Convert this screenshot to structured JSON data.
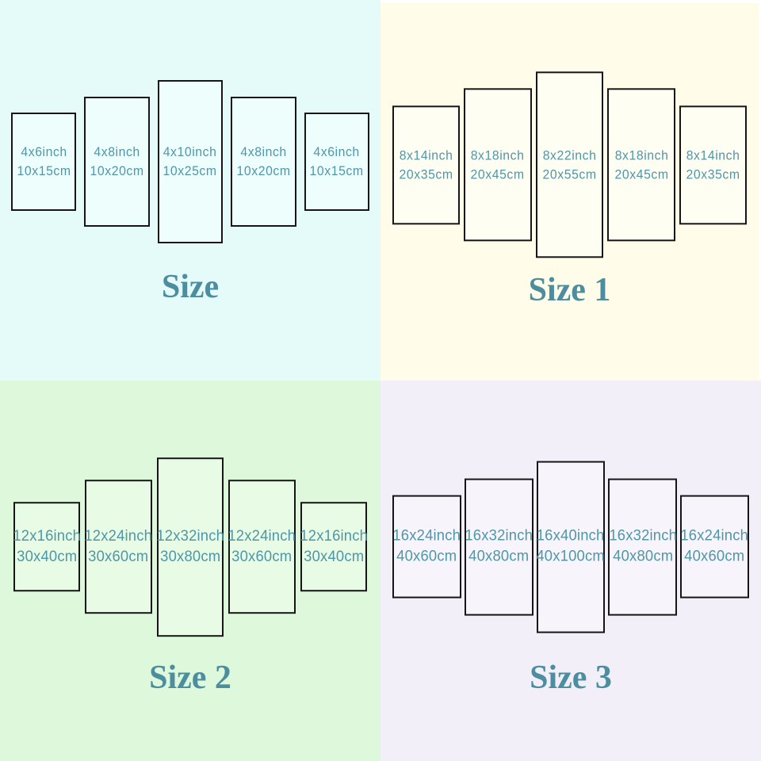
{
  "colors": {
    "label_text": "#4e97a9",
    "title_text": "#4c8ea0",
    "panel_border": "#161616",
    "page_background": "#ffffff"
  },
  "quadrants": [
    {
      "id": "size",
      "title": "Size",
      "bg": "#e5fbfa",
      "panel_bg": "#eefefd",
      "panels": [
        {
          "line1": "4x6inch",
          "line2": "10x15cm"
        },
        {
          "line1": "4x8inch",
          "line2": "10x20cm"
        },
        {
          "line1": "4x10inch",
          "line2": "10x25cm"
        },
        {
          "line1": "4x8inch",
          "line2": "10x20cm"
        },
        {
          "line1": "4x6inch",
          "line2": "10x15cm"
        }
      ]
    },
    {
      "id": "size-1",
      "title": "Size 1",
      "bg": "#fffdea",
      "panel_bg": "#fffef2",
      "panels": [
        {
          "line1": "8x14inch",
          "line2": "20x35cm"
        },
        {
          "line1": "8x18inch",
          "line2": "20x45cm"
        },
        {
          "line1": "8x22inch",
          "line2": "20x55cm"
        },
        {
          "line1": "8x18inch",
          "line2": "20x45cm"
        },
        {
          "line1": "8x14inch",
          "line2": "20x35cm"
        }
      ]
    },
    {
      "id": "size-2",
      "title": "Size 2",
      "bg": "#ddf8da",
      "panel_bg": "#e8fbe4",
      "panels": [
        {
          "line1": "12x16inch",
          "line2": "30x40cm"
        },
        {
          "line1": "12x24inch",
          "line2": "30x60cm"
        },
        {
          "line1": "12x32inch",
          "line2": "30x80cm"
        },
        {
          "line1": "12x24inch",
          "line2": "30x60cm"
        },
        {
          "line1": "12x16inch",
          "line2": "30x40cm"
        }
      ]
    },
    {
      "id": "size-3",
      "title": "Size 3",
      "bg": "#f2eff8",
      "panel_bg": "#f7f4fb",
      "panels": [
        {
          "line1": "16x24inch",
          "line2": "40x60cm"
        },
        {
          "line1": "16x32inch",
          "line2": "40x80cm"
        },
        {
          "line1": "16x40inch",
          "line2": "40x100cm"
        },
        {
          "line1": "16x32inch",
          "line2": "40x80cm"
        },
        {
          "line1": "16x24inch",
          "line2": "40x60cm"
        }
      ]
    }
  ]
}
